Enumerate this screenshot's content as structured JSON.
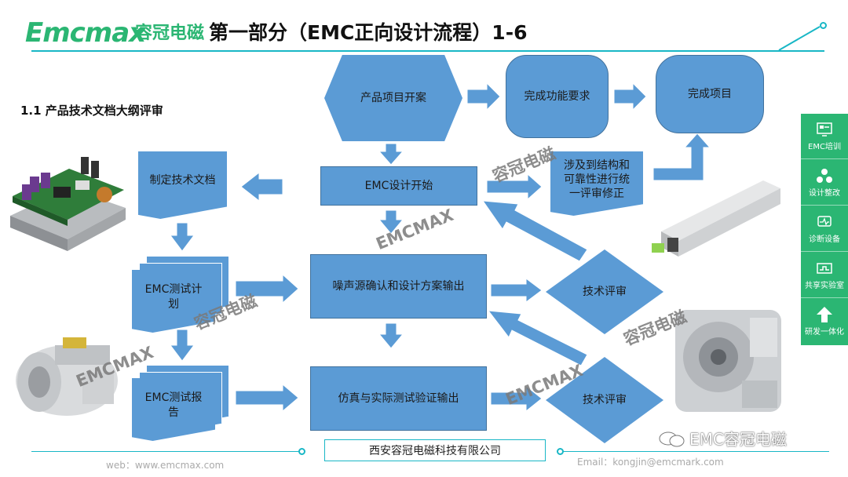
{
  "header": {
    "logo_text": "Emcmax",
    "logo_cn": "容冠电磁",
    "title": "第一部分（EMC正向设计流程）1-6"
  },
  "section_heading": "1.1 产品技术文档大纲评审",
  "nodes": {
    "product_project": "产品项目开案",
    "complete_function": "完成功能要求",
    "complete_project": "完成项目",
    "emc_design_start": "EMC设计开始",
    "tech_doc": "制定技术文档",
    "structure_review": "涉及到结构和可靠性进行统一评审修正",
    "emc_test_plan": "EMC测试计划",
    "noise_source": "噪声源确认和设计方案输出",
    "tech_review_1": "技术评审",
    "emc_test_report": "EMC测试报告",
    "simulation_verify": "仿真与实际测试验证输出",
    "tech_review_2": "技术评审"
  },
  "watermarks": {
    "cn": "容冠电磁",
    "en": "EMCMAX"
  },
  "sidebar": {
    "items": [
      {
        "label": "EMC培训",
        "icon": "training-icon"
      },
      {
        "label": "设计整改",
        "icon": "network-icon"
      },
      {
        "label": "诊断设备",
        "icon": "device-icon"
      },
      {
        "label": "共享实验室",
        "icon": "lab-icon"
      },
      {
        "label": "研发一体化",
        "icon": "arrow-up-icon"
      }
    ],
    "color": "#2bb673"
  },
  "footer": {
    "web": "web：www.emcmax.com",
    "company": "西安容冠电磁科技有限公司",
    "email": "Email：kongjin@emcmark.com",
    "wechat": "EMC容冠电磁"
  },
  "colors": {
    "node_fill": "#5b9bd5",
    "accent": "#19b7c6",
    "brand": "#2bb673"
  }
}
